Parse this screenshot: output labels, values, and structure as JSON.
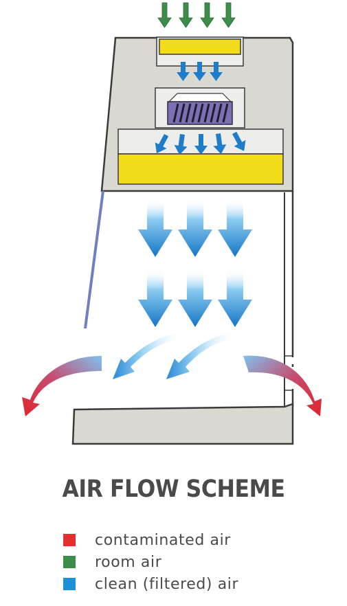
{
  "title": "AIR FLOW SCHEME",
  "legend": [
    {
      "label": "contaminated air",
      "color": "#e03030"
    },
    {
      "label": "room air",
      "color": "#3d8c4a"
    },
    {
      "label": "clean (filtered) air",
      "color": "#1e90d8"
    }
  ],
  "colors": {
    "cabinet": "#d9d9d2",
    "outline": "#3a3a3a",
    "filter": "#f3dc1a",
    "fan": "#7e6fb2",
    "sash": "#6f7fc0",
    "room_air": "#3d8c4a",
    "clean_air": "#1e7cc8",
    "contaminated_air": "#e03030"
  },
  "icons": [
    "down-arrow-icon",
    "curved-arrow-icon",
    "fan-icon"
  ]
}
